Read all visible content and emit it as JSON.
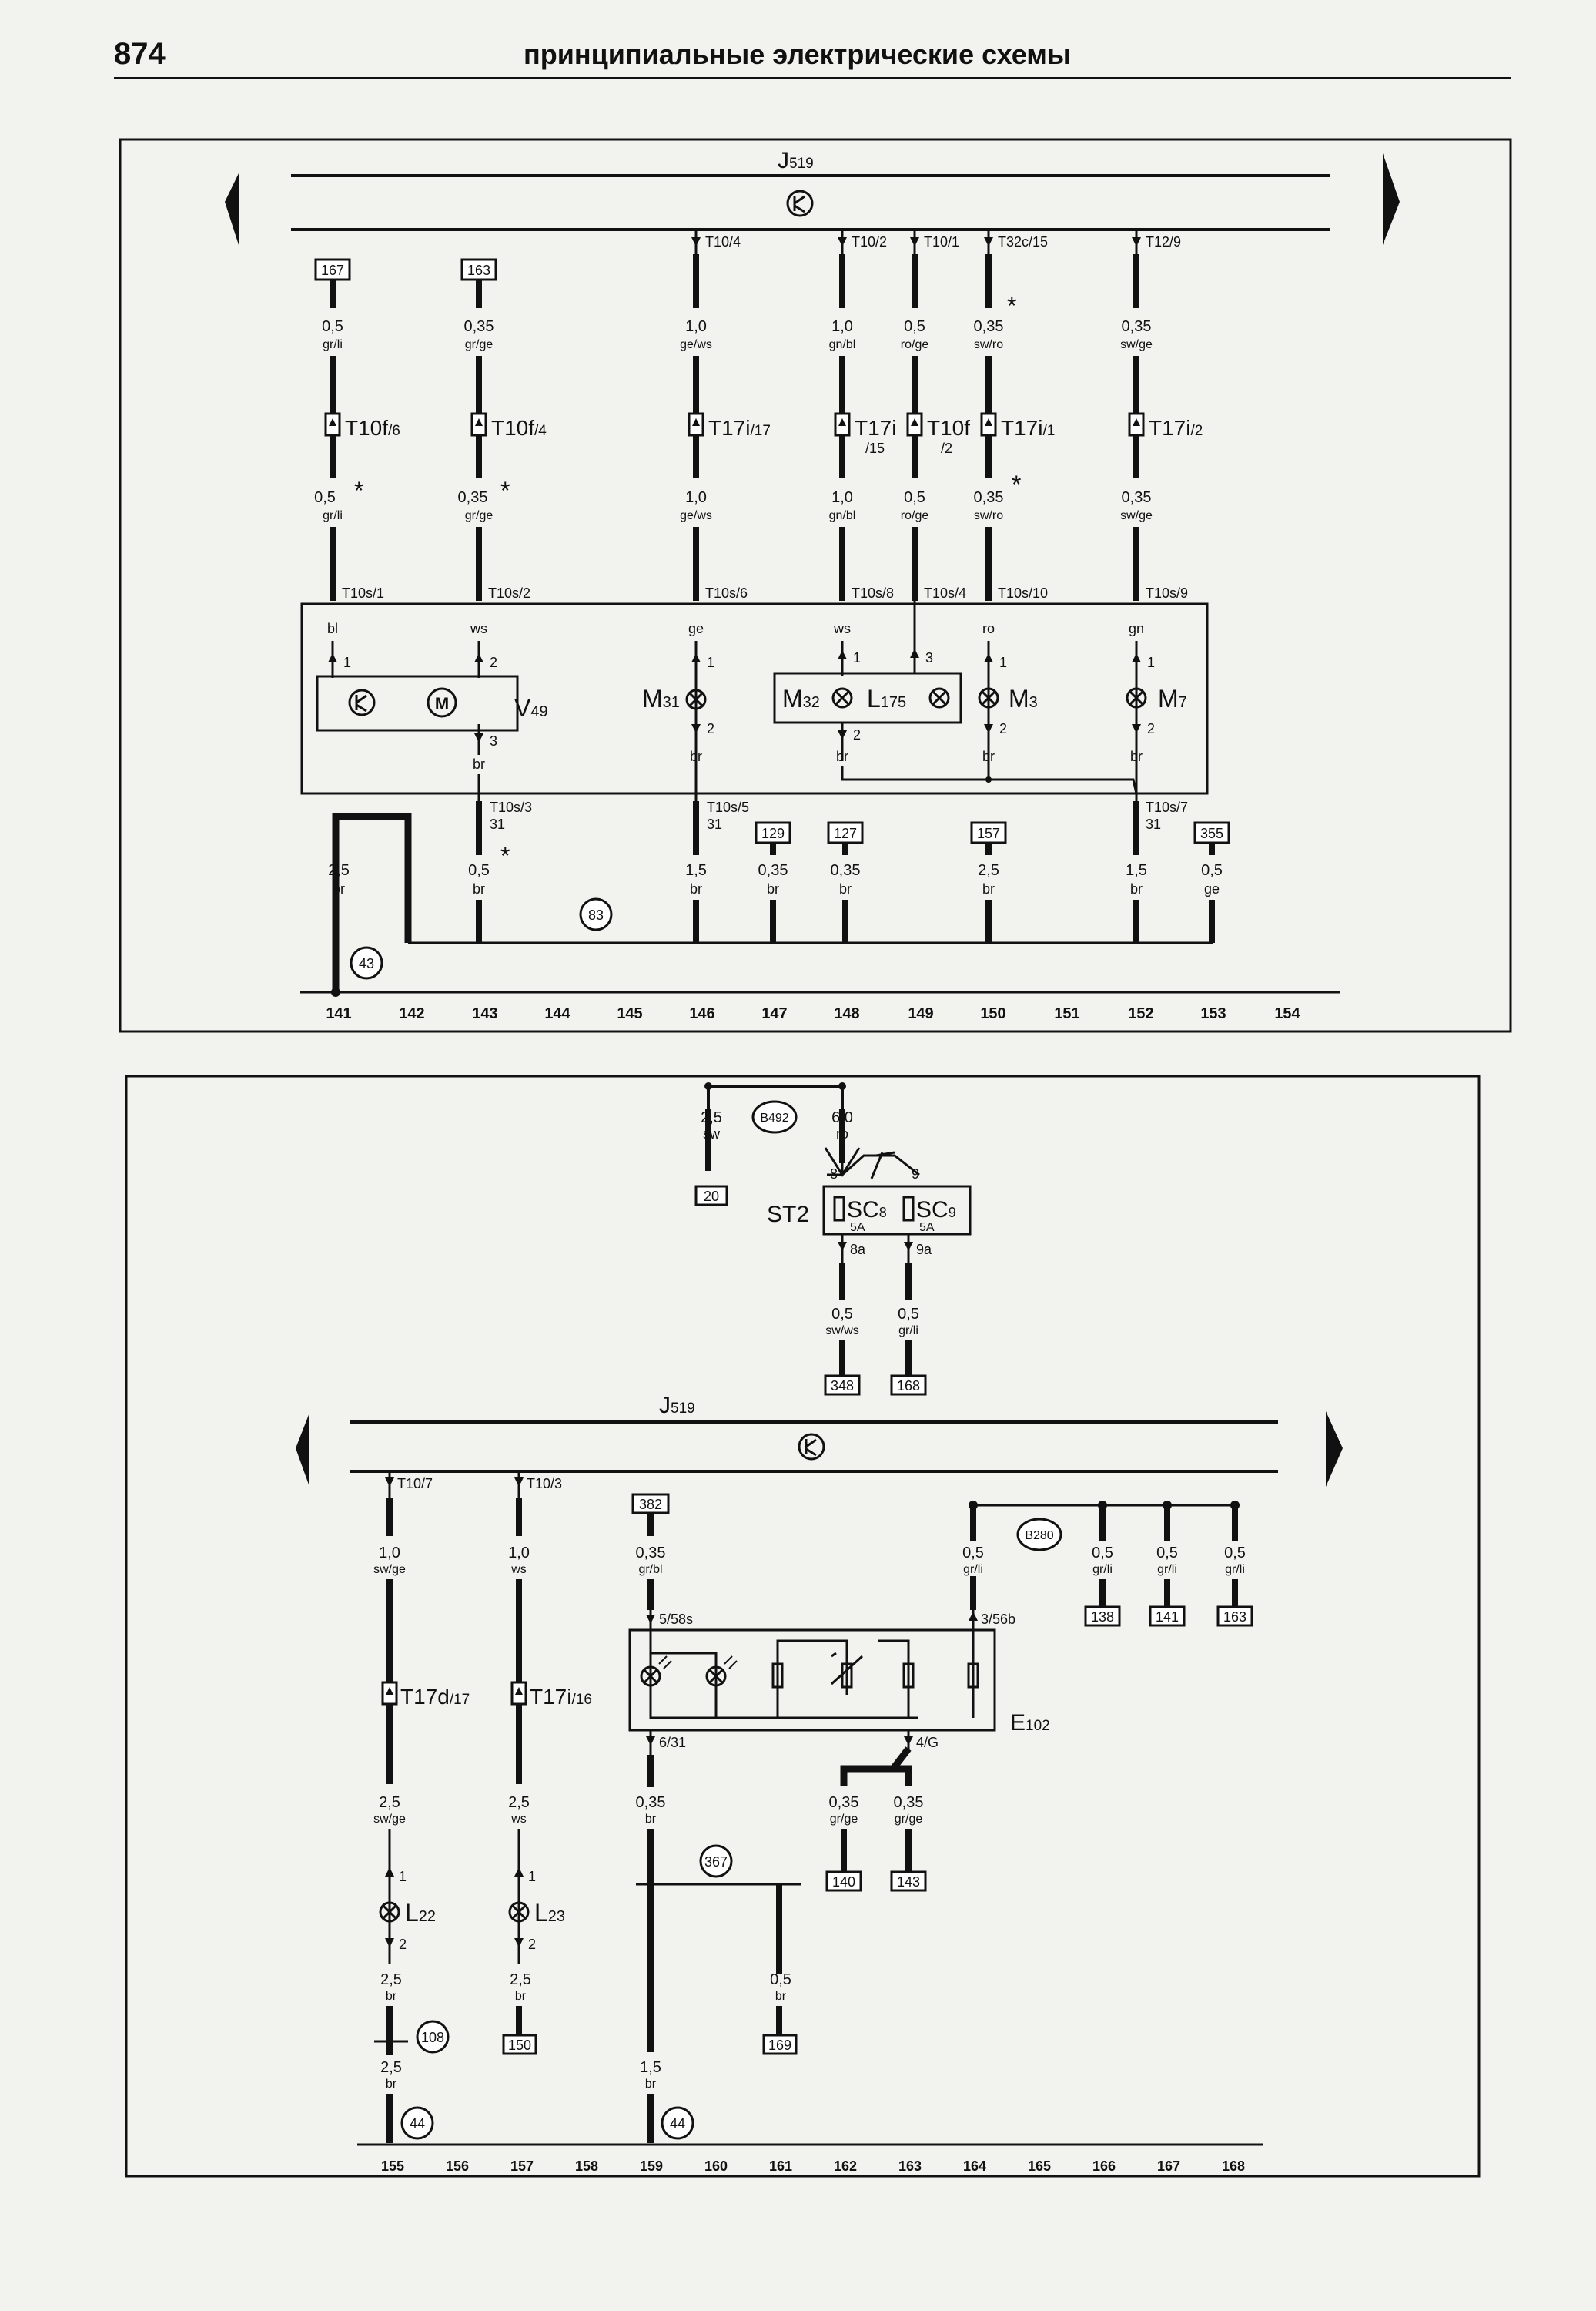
{
  "header": {
    "page_number": "874",
    "title": "принципиальные электрические схемы"
  },
  "top": {
    "j_base": "J",
    "j_sub": "519",
    "wires": [
      {
        "pin": "T10/4",
        "g1": "1,0",
        "c1": "ge/ws",
        "conn_b": "T17i",
        "conn_s": "/17",
        "g2": "1,0",
        "c2": "ge/ws",
        "ctop": "T10s/6",
        "w": "ge",
        "p1": "1",
        "p2": "2",
        "wb": "br",
        "cbot": "T10s/5",
        "n": "31",
        "g3": "1,5",
        "c3": "br"
      },
      {
        "pin": "T10/2",
        "g1": "1,0",
        "c1": "gn/bl",
        "conn_b": "T17i",
        "conn_s": "/15",
        "g2": "1,0",
        "c2": "gn/bl",
        "ctop": "T10s/8",
        "w": "ws",
        "p1": "1",
        "p2": "2",
        "wb": "br"
      },
      {
        "pin": "T10/1",
        "g1": "0,5",
        "c1": "ro/ge",
        "conn_b": "T10f",
        "conn_s": "/2",
        "g2": "0,5",
        "c2": "ro/ge",
        "ctop": "T10s/4",
        "p1": "3"
      },
      {
        "pin": "T32c/15",
        "g1": "0,35",
        "c1": "sw/ro",
        "conn_b": "T17i",
        "conn_s": "/1",
        "g2": "0,35",
        "c2": "sw/ro",
        "ctop": "T10s/10",
        "w": "ro",
        "p1": "1",
        "p2": "2",
        "wb": "br",
        "g3": "2,5",
        "c3": "br"
      },
      {
        "pin": "T12/9",
        "g1": "0,35",
        "c1": "sw/ge",
        "conn_b": "T17i",
        "conn_s": "/2",
        "g2": "0,35",
        "c2": "sw/ge",
        "ctop": "T10s/9",
        "w": "gn",
        "p1": "1",
        "p2": "2",
        "wb": "br",
        "cbot": "T10s/7",
        "n": "31",
        "g3": "1,5",
        "c3": "br"
      }
    ],
    "left_wires": [
      {
        "ref": "167",
        "g1": "0,5",
        "c1": "gr/li",
        "conn_b": "T10f",
        "conn_s": "/6",
        "g2": "0,5",
        "c2": "gr/li",
        "ctop": "T10s/1",
        "w": "bl",
        "p1": "1"
      },
      {
        "ref": "163",
        "g1": "0,35",
        "c1": "gr/ge",
        "conn_b": "T10f",
        "conn_s": "/4",
        "g2": "0,35",
        "c2": "gr/ge",
        "ctop": "T10s/2",
        "w": "ws",
        "p1": "2",
        "p2": "3",
        "wb": "br",
        "cbot": "T10s/3",
        "n": "31",
        "g3": "0,5",
        "c3": "br"
      }
    ],
    "asterisk": "*",
    "v49": {
      "base": "V",
      "sub": "49",
      "motor": "M"
    },
    "m31": {
      "base": "M",
      "sub": "31"
    },
    "m32": {
      "base": "M",
      "sub": "32"
    },
    "l175": {
      "base": "L",
      "sub": "175"
    },
    "m3": {
      "base": "M",
      "sub": "3"
    },
    "m7": {
      "base": "M",
      "sub": "7"
    },
    "ground_left": {
      "g": "2,5",
      "c": "br"
    },
    "extra": [
      {
        "ref": "129",
        "g": "0,35",
        "c": "br"
      },
      {
        "ref": "127",
        "g": "0,35",
        "c": "br"
      },
      {
        "ref": "157"
      },
      {
        "ref": "355",
        "g": "0,5",
        "c": "ge"
      }
    ],
    "node_83": "83",
    "node_43": "43",
    "columns": [
      "141",
      "142",
      "143",
      "144",
      "145",
      "146",
      "147",
      "148",
      "149",
      "150",
      "151",
      "152",
      "153",
      "154"
    ]
  },
  "bottom": {
    "j_base": "J",
    "j_sub": "519",
    "st2": {
      "label": "ST2",
      "sw_g": "2,5",
      "sw_c": "sw",
      "ref20": "20",
      "node": "B492",
      "ro_g": "6,0",
      "ro_c": "ro",
      "p8": "8",
      "p9": "9",
      "sc8": "SC",
      "sc8s": "8",
      "sc8a": "5A",
      "sc9": "SC",
      "sc9s": "9",
      "sc9a": "5A",
      "p8a": "8a",
      "p9a": "9a",
      "o1g": "0,5",
      "o1c": "sw/ws",
      "o1ref": "348",
      "o2g": "0,5",
      "o2c": "gr/li",
      "o2ref": "168"
    },
    "l22": {
      "pin": "T10/7",
      "g1": "1,0",
      "c1": "sw/ge",
      "conn_b": "T17d",
      "conn_s": "/17",
      "g2": "2,5",
      "c2": "sw/ge",
      "p1": "1",
      "base": "L",
      "sub": "22",
      "p2": "2",
      "g3": "2,5",
      "c3": "br",
      "node": "108",
      "g4": "2,5",
      "c4": "br",
      "gnode": "44"
    },
    "l23": {
      "pin": "T10/3",
      "g1": "1,0",
      "c1": "ws",
      "conn_b": "T17i",
      "conn_s": "/16",
      "g2": "2,5",
      "c2": "ws",
      "p1": "1",
      "base": "L",
      "sub": "23",
      "p2": "2",
      "g3": "2,5",
      "c3": "br",
      "ref": "150"
    },
    "e102": {
      "ref382": "382",
      "g1": "0,35",
      "c1": "gr/bl",
      "pin_in": "5/58s",
      "pin_gnd": "6/31",
      "g2": "0,35",
      "c2": "br",
      "pin_56": "3/56b",
      "g56": "0,5",
      "c56": "gr/li",
      "pin_g": "4/G",
      "node": "B280",
      "label_base": "E",
      "label_sub": "102",
      "g140": "0,35",
      "c140": "gr/ge",
      "ref140": "140",
      "g143": "0,35",
      "c143": "gr/ge",
      "ref143": "143",
      "node367": "367",
      "g169": "0,5",
      "c169": "br",
      "ref169": "169",
      "g15": "1,5",
      "c15": "br",
      "gnode": "44",
      "fan": [
        {
          "g": "0,5",
          "c": "gr/li",
          "ref": "138"
        },
        {
          "g": "0,5",
          "c": "gr/li",
          "ref": "141"
        },
        {
          "g": "0,5",
          "c": "gr/li",
          "ref": "163"
        }
      ]
    },
    "columns": [
      "155",
      "156",
      "157",
      "158",
      "159",
      "160",
      "161",
      "162",
      "163",
      "164",
      "165",
      "166",
      "167",
      "168"
    ]
  }
}
